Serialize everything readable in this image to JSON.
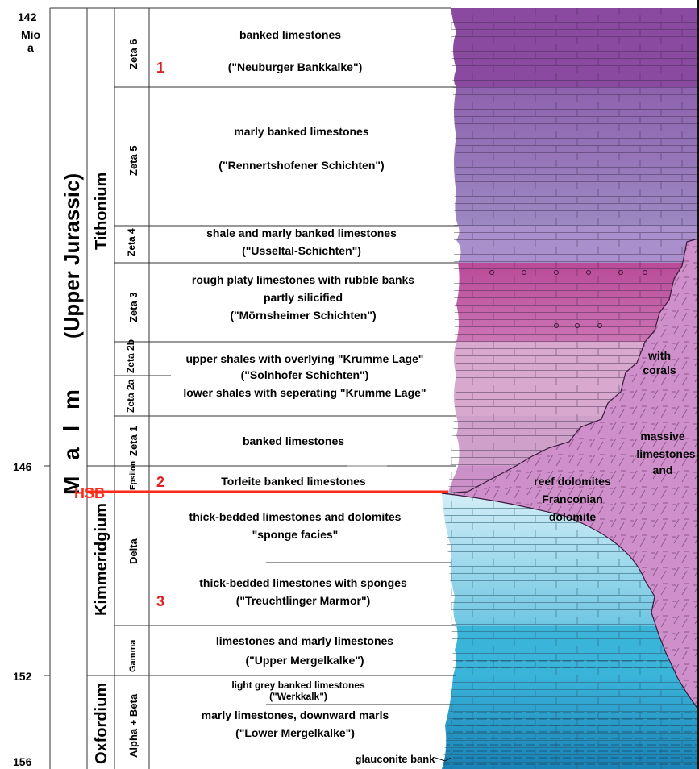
{
  "age_axis": {
    "top": "142",
    "unit_line1": "Mio",
    "unit_line2": "a",
    "ticks": [
      "146",
      "152",
      "156"
    ]
  },
  "system": {
    "name": "M a l m",
    "series": "(Upper Jurassic)"
  },
  "boundary": {
    "label": "HSB"
  },
  "stages": [
    "Tithonium",
    "Kimmeridgium",
    "Oxfordium"
  ],
  "zones": [
    "Zeta 6",
    "Zeta 5",
    "Zeta 4",
    "Zeta 3",
    "Zeta 2b",
    "Zeta 2a",
    "Zeta 1",
    "Epsilon",
    "Delta",
    "Gamma",
    "Alpha + Beta"
  ],
  "markers": [
    "1",
    "2",
    "3"
  ],
  "units": {
    "z6_a": "banked limestones",
    "z6_b": "(\"Neuburger Bankkalke\")",
    "z5_a": "marly banked limestones",
    "z5_b": "(\"Rennertshofener Schichten\")",
    "z4_a": "shale and marly banked limestones",
    "z4_b": "(\"Usseltal-Schichten\")",
    "z3_a": "rough platy limestones with rubble banks",
    "z3_b": "partly silicified",
    "z3_c": "(\"Mörnsheimer Schichten\")",
    "z2b_a": "upper shales with overlying \"Krumme Lage\"",
    "z2b_b": "(\"Solnhofer Schichten\")",
    "z2a": "lower shales with seperating \"Krumme Lage\"",
    "z1": "banked limestones",
    "eps": "Torleite banked limestones",
    "d1_a": "thick-bedded limestones and dolomites",
    "d1_b": "\"sponge facies\"",
    "d2_a": "thick-bedded limestones with sponges",
    "d2_b": "(\"Treuchtlinger Marmor\")",
    "g_a": "limestones and marly limestones",
    "g_b": "(\"Upper Mergelkalke\")",
    "ab1_a": "light grey banked limestones",
    "ab1_b": "(\"Werkkalk\")",
    "ab2_a": "marly limestones, downward marls",
    "ab2_b": "(\"Lower Mergelkalke\")",
    "glauconite": "glauconite bank"
  },
  "reef_labels": {
    "corals_a": "with",
    "corals_b": "corals",
    "massive_a": "massive",
    "massive_b": "limestones",
    "massive_c": "and",
    "reef_a": "reef dolomites",
    "reef_b": "Franconian",
    "reef_c": "dolomite"
  },
  "colors": {
    "marker_red": "#e02020",
    "hsb_line": "#ff2a1a",
    "zeta6": "#8a4aa0",
    "zeta5": "#9577b8",
    "zeta3": "#c14a9c",
    "zeta2": "#d59ac8",
    "zeta1": "#c99ac6",
    "reef": "#cc8ac8",
    "delta": "#bfe6f3",
    "delta_dark": "#7fcde6",
    "gamma": "#38b3da",
    "alpha": "#1f8fc0"
  }
}
